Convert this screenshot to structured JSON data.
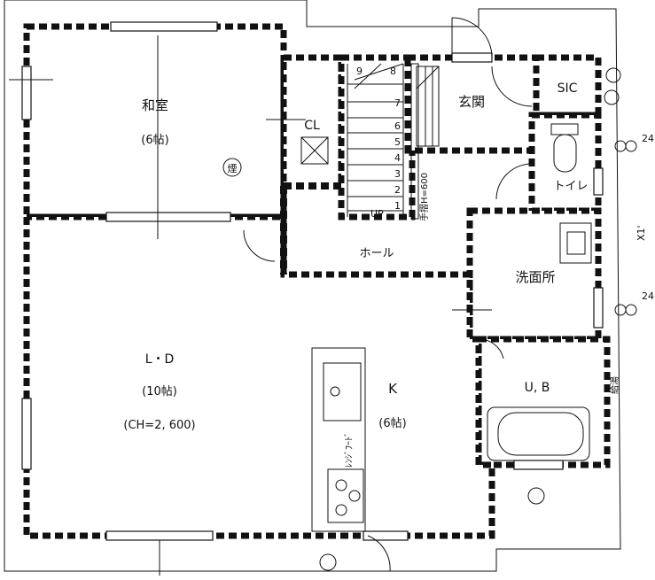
{
  "rooms": {
    "washitsu": {
      "name": "和室",
      "size": "(6帖)"
    },
    "closet": {
      "name": "CL"
    },
    "genkan": {
      "name": "玄関"
    },
    "sic": {
      "name": "SIC"
    },
    "toilet": {
      "name": "トイレ"
    },
    "hall": {
      "name": "ホール"
    },
    "senmenjo": {
      "name": "洗面所"
    },
    "ldk": {
      "name": "L・D",
      "size": "(10帖)",
      "ceiling": "(CH=2, 600)"
    },
    "kitchen": {
      "name": "K",
      "size": "(6帖)"
    },
    "bath": {
      "name": "U, B"
    }
  },
  "stairs": {
    "steps": [
      "1",
      "2",
      "3",
      "4",
      "5",
      "6",
      "7",
      "8",
      "9"
    ],
    "up_label": "UP",
    "handrail": "手摺H=600"
  },
  "fixtures": {
    "hood_label": "ﾚﾝｼﾞﾌｰﾄﾞ",
    "smoke_label": "煙",
    "water_heater": "給湯",
    "corner_label": "X1'"
  },
  "outdoor_units": [
    "24",
    "24"
  ],
  "colors": {
    "line": "#111111",
    "paper": "#ffffff"
  }
}
